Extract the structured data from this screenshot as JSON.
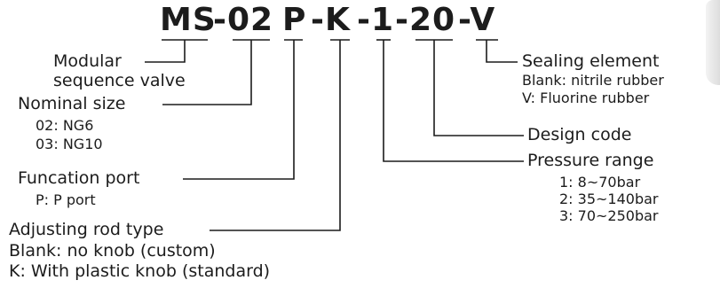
{
  "model_code": {
    "series": "MS",
    "size": "-02",
    "port": "P",
    "rod": "-K",
    "pressure": "-1",
    "design": "-20",
    "seal": "-V"
  },
  "modular": {
    "title_line1": "Modular",
    "title_line2": "sequence valve"
  },
  "nominal_size": {
    "title": "Nominal size",
    "options": [
      "02: NG6",
      "03: NG10"
    ]
  },
  "function_port": {
    "title": "Funcation port",
    "options": [
      "P: P port"
    ]
  },
  "adjusting_rod": {
    "title": "Adjusting rod type",
    "options": [
      "Blank: no knob (custom)",
      "K: With plastic knob (standard)"
    ]
  },
  "sealing": {
    "title": "Sealing element",
    "options": [
      "Blank: nitrile rubber",
      "V: Fluorine rubber"
    ]
  },
  "design_code": {
    "title": "Design code"
  },
  "pressure_range": {
    "title": "Pressure range",
    "options": [
      "1: 8~70bar",
      "2: 35~140bar",
      "3: 70~250bar"
    ]
  },
  "colors": {
    "text": "#1c1c1c",
    "leader_lines": "#1c1c1c"
  }
}
